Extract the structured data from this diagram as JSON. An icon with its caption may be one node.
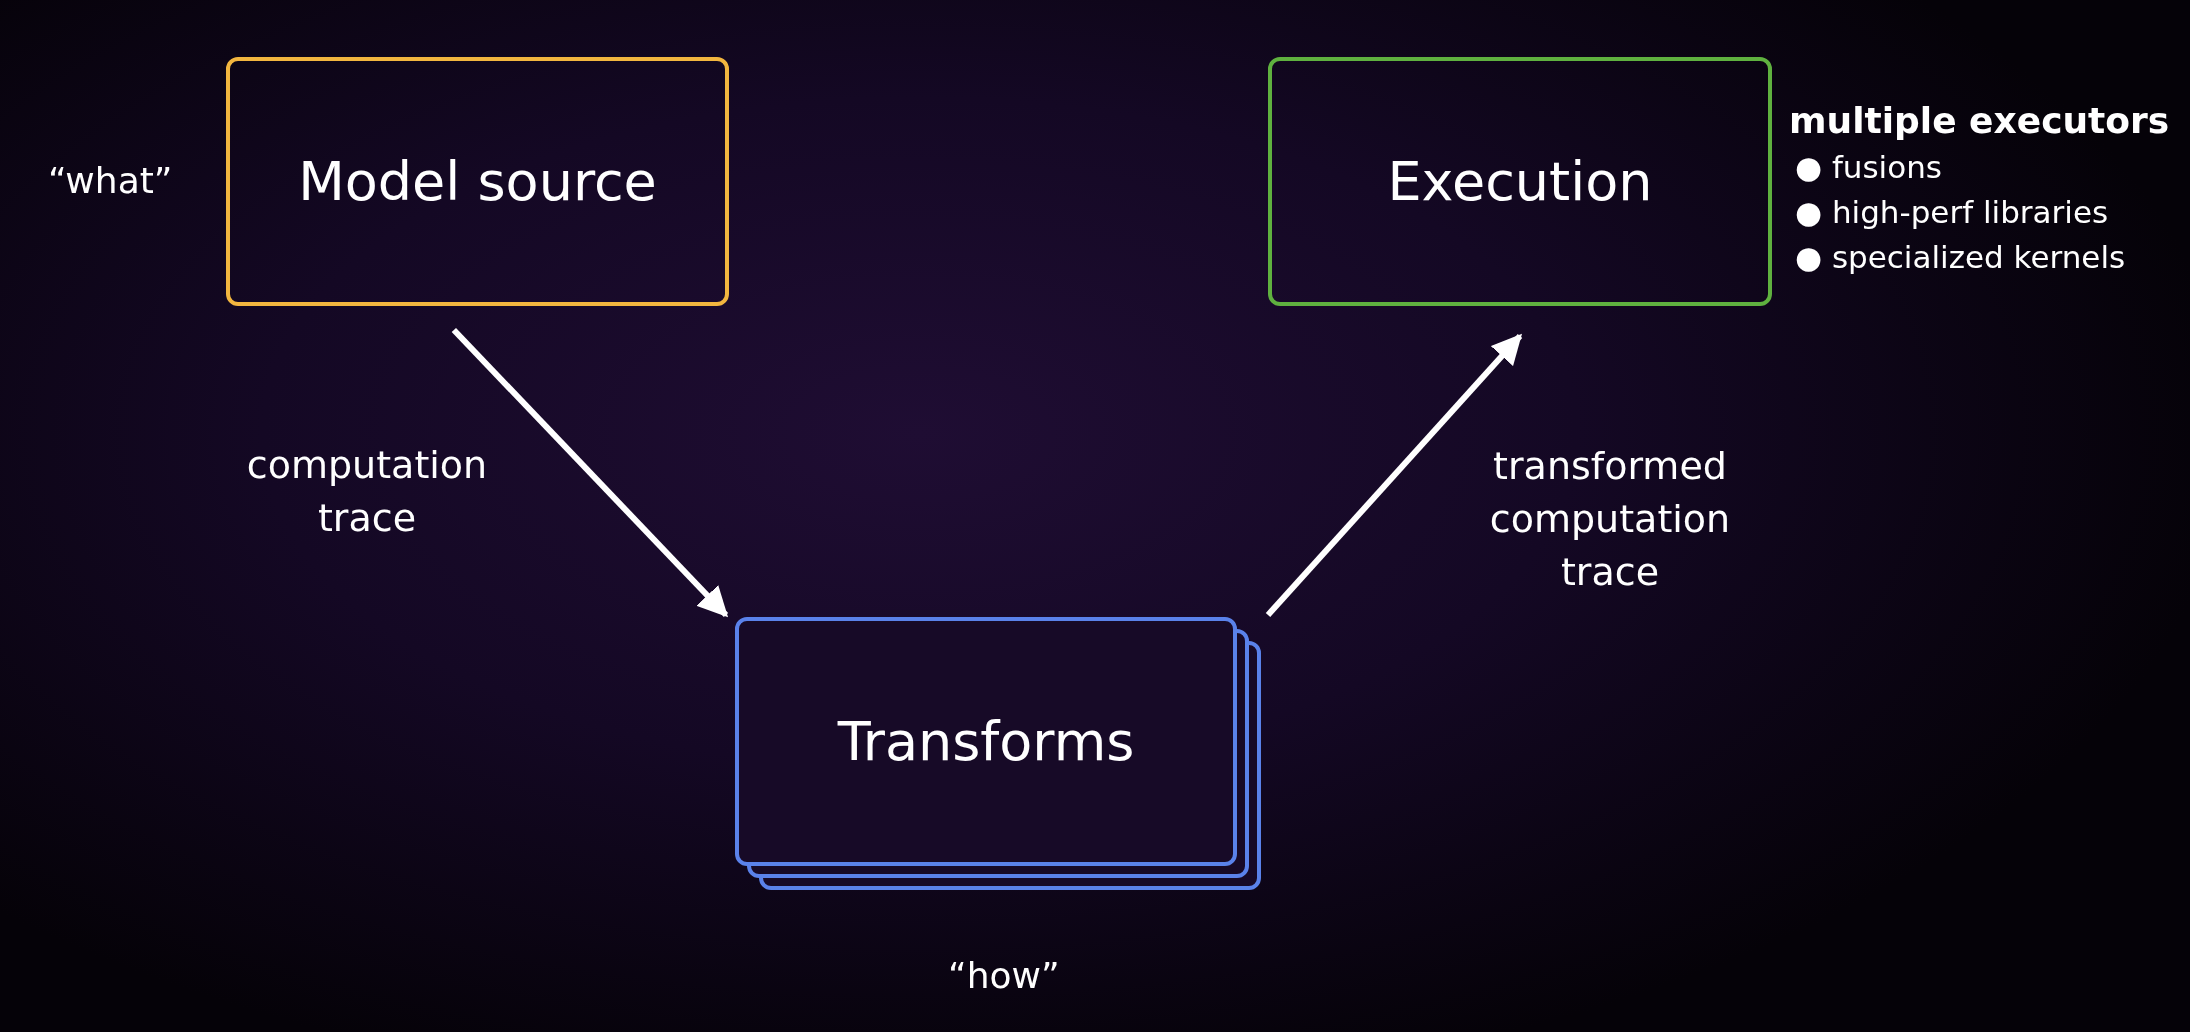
{
  "diagram": {
    "nodes": [
      {
        "text": [
          "Model source"
        ],
        "beside": [
          "“what”"
        ]
      },
      {
        "text": [
          "Execution"
        ],
        "beside": [
          "multiple executors",
          "● fusions",
          "● high-perf libraries",
          "● specialized kernels"
        ]
      },
      {
        "text": [
          "Transforms"
        ],
        "beside": [
          "“how”"
        ]
      }
    ],
    "edges": [
      {
        "from": 0,
        "to": 2,
        "arrow": "to",
        "label": "computation trace"
      },
      {
        "from": 2,
        "to": 1,
        "arrow": "to",
        "label": "transformed computation trace"
      }
    ]
  }
}
